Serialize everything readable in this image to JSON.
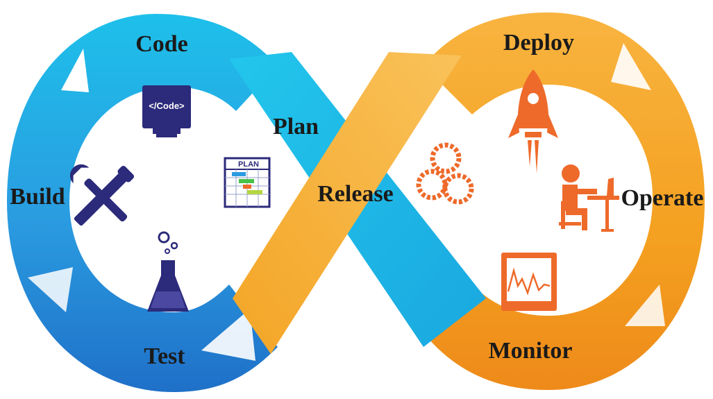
{
  "stages": {
    "code": "Code",
    "plan": "Plan",
    "build": "Build",
    "test": "Test",
    "release": "Release",
    "deploy": "Deploy",
    "operate": "Operate",
    "monitor": "Monitor"
  },
  "icons": {
    "code": "monitor-code-icon",
    "plan": "plan-chart-icon",
    "build": "tools-icon",
    "test": "flask-icon",
    "release": "gears-icon",
    "deploy": "rocket-icon",
    "operate": "person-at-desk-icon",
    "monitor": "monitor-graph-icon"
  },
  "icon_text": {
    "code_screen": "</Code>",
    "plan_header": "PLAN"
  },
  "colors": {
    "blue_light": "#1ec0ea",
    "blue_mid": "#2a9be0",
    "blue_dark": "#1f70c8",
    "orange_light": "#f8b440",
    "orange_mid": "#f4a020",
    "orange_dark": "#ee8a1a",
    "icon_navy": "#2c2a7a",
    "icon_orange": "#ee6a2a"
  }
}
